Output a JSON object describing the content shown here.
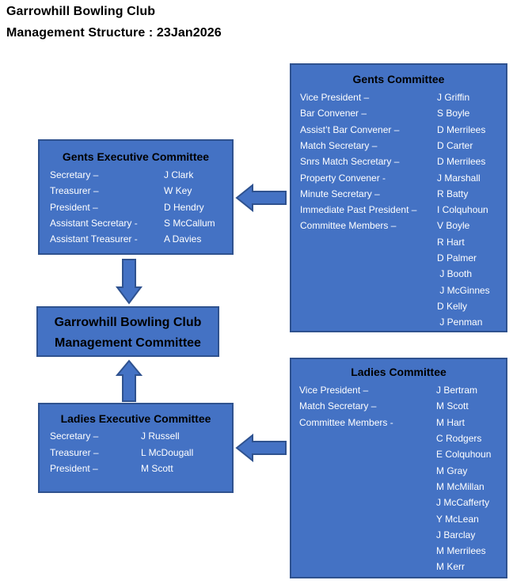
{
  "header": {
    "line1": "Garrowhill Bowling Club",
    "line2": "Management  Structure : 23Jan2026"
  },
  "gents_exec": {
    "title": "Gents Executive Committee",
    "rows": [
      {
        "role": "Secretary –",
        "name": "J Clark"
      },
      {
        "role": "Treasurer –",
        "name": "W Key"
      },
      {
        "role": "President  –",
        "name": "D Hendry"
      },
      {
        "role": "Assistant Secretary -",
        "name": "S McCallum"
      },
      {
        "role": "Assistant Treasurer -",
        "name": "A Davies"
      }
    ]
  },
  "management": {
    "line1": "Garrowhill Bowling Club",
    "line2": "Management Committee"
  },
  "ladies_exec": {
    "title": "Ladies Executive Committee",
    "rows": [
      {
        "role": "Secretary –",
        "name": "J Russell"
      },
      {
        "role": "Treasurer –",
        "name": "L McDougall"
      },
      {
        "role": "President  –",
        "name": "M Scott"
      }
    ]
  },
  "gents_committee": {
    "title": "Gents Committee",
    "rows": [
      {
        "role": "Vice President –",
        "name": "J Griffin"
      },
      {
        "role": "Bar Convener –",
        "name": "S Boyle"
      },
      {
        "role": "Assist’t Bar Convener –",
        "name": "D Merrilees"
      },
      {
        "role": "Match Secretary –",
        "name": "D Carter"
      },
      {
        "role": "Snrs Match Secretary –",
        "name": "D Merrilees"
      },
      {
        "role": "Property Convener -",
        "name": "J Marshall"
      },
      {
        "role": "Minute Secretary –",
        "name": "R Batty"
      },
      {
        "role": "Immediate Past President –",
        "name": "I Colquhoun"
      },
      {
        "role": "Committee Members –",
        "name": "V Boyle"
      },
      {
        "role": "",
        "name": "R Hart"
      },
      {
        "role": "",
        "name": "D Palmer"
      },
      {
        "role": "",
        "name": " J Booth"
      },
      {
        "role": "",
        "name": " J McGinnes"
      },
      {
        "role": "",
        "name": "D Kelly"
      },
      {
        "role": "",
        "name": " J Penman"
      }
    ]
  },
  "ladies_committee": {
    "title": "Ladies Committee",
    "rows": [
      {
        "role": "Vice President –",
        "name": "J Bertram"
      },
      {
        "role": "Match Secretary –",
        "name": "M Scott"
      },
      {
        "role": "Committee Members -",
        "name": "M Hart"
      },
      {
        "role": "",
        "name": "C Rodgers"
      },
      {
        "role": "",
        "name": "E Colquhoun"
      },
      {
        "role": "",
        "name": "M Gray"
      },
      {
        "role": "",
        "name": "M McMillan"
      },
      {
        "role": "",
        "name": "J McCafferty"
      },
      {
        "role": "",
        "name": "Y McLean"
      },
      {
        "role": "",
        "name": "J Barclay"
      },
      {
        "role": "",
        "name": "M Merrilees"
      },
      {
        "role": "",
        "name": "M Kerr"
      }
    ]
  },
  "colors": {
    "box_fill": "#4472c4",
    "box_border": "#2f528f",
    "text_light": "#ffffff",
    "text_dark": "#000000"
  }
}
